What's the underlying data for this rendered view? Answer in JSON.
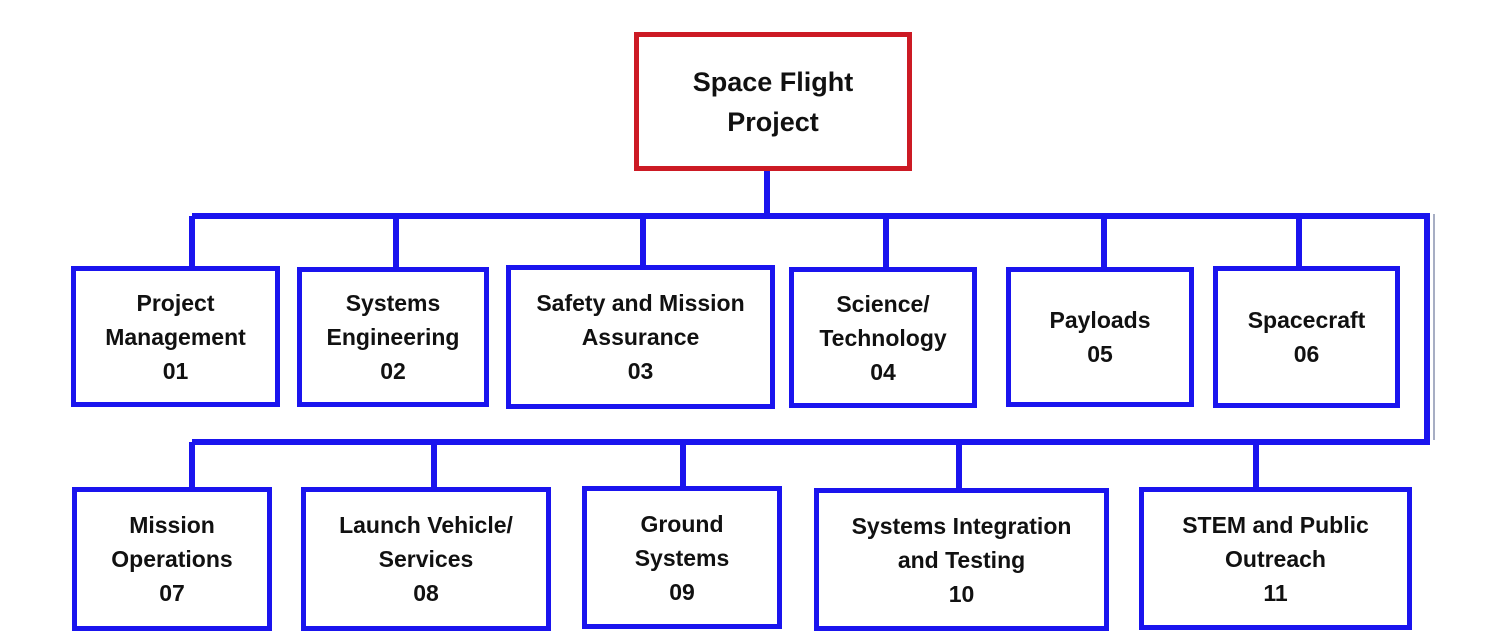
{
  "colors": {
    "root_border": "#cc1a24",
    "node_border": "#1a14ee",
    "connector": "#1a14ee"
  },
  "root": {
    "lines": [
      "Space Flight",
      "Project"
    ]
  },
  "nodes": [
    {
      "lines": [
        "Project",
        "Management"
      ],
      "code": "01"
    },
    {
      "lines": [
        "Systems",
        "Engineering"
      ],
      "code": "02"
    },
    {
      "lines": [
        "Safety and Mission",
        "Assurance"
      ],
      "code": "03"
    },
    {
      "lines": [
        "Science/",
        "Technology"
      ],
      "code": "04"
    },
    {
      "lines": [
        "Payloads"
      ],
      "code": "05"
    },
    {
      "lines": [
        "Spacecraft"
      ],
      "code": "06"
    },
    {
      "lines": [
        "Mission",
        "Operations"
      ],
      "code": "07"
    },
    {
      "lines": [
        "Launch Vehicle/",
        "Services"
      ],
      "code": "08"
    },
    {
      "lines": [
        "Ground",
        "Systems"
      ],
      "code": "09"
    },
    {
      "lines": [
        "Systems Integration",
        "and Testing"
      ],
      "code": "10"
    },
    {
      "lines": [
        "STEM and Public",
        "Outreach"
      ],
      "code": "11"
    }
  ]
}
